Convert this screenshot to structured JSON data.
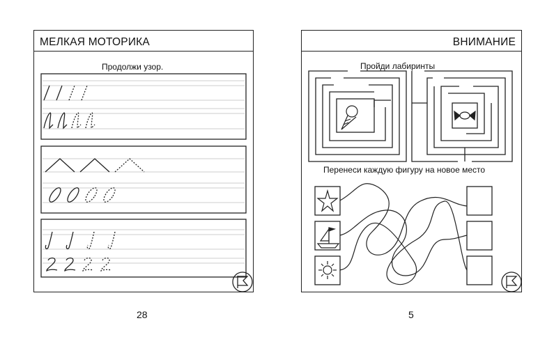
{
  "left_page": {
    "title": "МЕЛКАЯ МОТОРИКА",
    "instruction": "Продолжи узор.",
    "page_number": "28",
    "icon": "flag-icon"
  },
  "right_page": {
    "title": "ВНИМАНИЕ",
    "maze_instruction": "Пройди лабиринты",
    "shapes_instruction": "Перенеси каждую фигуру на новое место",
    "page_number": "5",
    "icon": "flag-icon",
    "maze_pictures": [
      "ice-cream-icon",
      "candy-icon"
    ],
    "figures": [
      "star-icon",
      "sailboat-icon",
      "sun-icon"
    ]
  }
}
